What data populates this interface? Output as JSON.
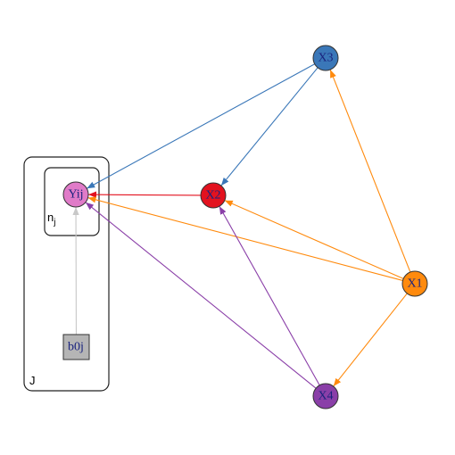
{
  "diagram": {
    "plates": [
      {
        "id": "outer",
        "label": "J"
      },
      {
        "id": "inner",
        "label": "n",
        "label_sub": "j"
      }
    ],
    "nodes": [
      {
        "id": "Yij",
        "label": "Yij",
        "shape": "circle",
        "fill": "#e07bc8",
        "stroke": "#333333",
        "text_color": "#1a237e"
      },
      {
        "id": "X2",
        "label": "X2",
        "shape": "circle",
        "fill": "#e3121f",
        "stroke": "#333333",
        "text_color": "#1a237e"
      },
      {
        "id": "X3",
        "label": "X3",
        "shape": "circle",
        "fill": "#3a77b8",
        "stroke": "#333333",
        "text_color": "#1a237e"
      },
      {
        "id": "X1",
        "label": "X1",
        "shape": "circle",
        "fill": "#ff8a0d",
        "stroke": "#333333",
        "text_color": "#1a237e"
      },
      {
        "id": "X4",
        "label": "X4",
        "shape": "circle",
        "fill": "#8a3fa8",
        "stroke": "#333333",
        "text_color": "#1a237e"
      },
      {
        "id": "b0j",
        "label": "b0j",
        "shape": "square",
        "fill": "#b5b5b5",
        "stroke": "#333333",
        "text_color": "#1a237e"
      }
    ],
    "edges": [
      {
        "from": "X3",
        "to": "Yij",
        "color": "#3a77b8"
      },
      {
        "from": "X3",
        "to": "X2",
        "color": "#3a77b8"
      },
      {
        "from": "X2",
        "to": "Yij",
        "color": "#e3121f"
      },
      {
        "from": "X1",
        "to": "X3",
        "color": "#ff8a0d"
      },
      {
        "from": "X1",
        "to": "X2",
        "color": "#ff8a0d"
      },
      {
        "from": "X1",
        "to": "Yij",
        "color": "#ff8a0d"
      },
      {
        "from": "X1",
        "to": "X4",
        "color": "#ff8a0d"
      },
      {
        "from": "X4",
        "to": "Yij",
        "color": "#8a3fa8"
      },
      {
        "from": "X4",
        "to": "X2",
        "color": "#8a3fa8"
      },
      {
        "from": "b0j",
        "to": "Yij",
        "color": "#c8c8c8"
      }
    ]
  }
}
